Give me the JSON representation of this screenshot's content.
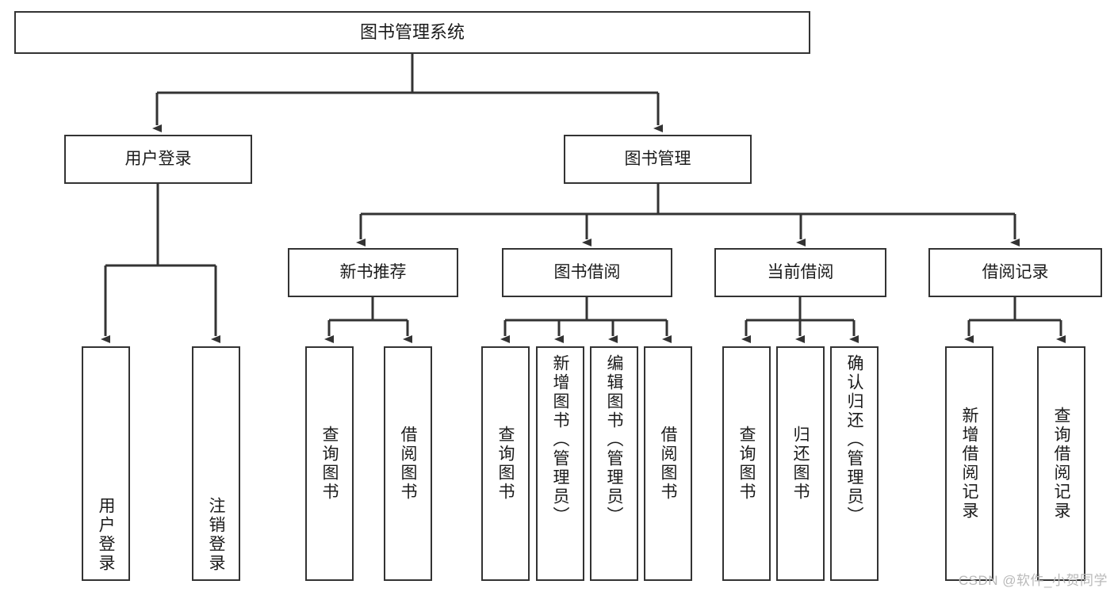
{
  "diagram": {
    "title": "图书管理系统",
    "type": "tree",
    "root": {
      "id": "root",
      "label": "图书管理系统"
    },
    "level2": [
      {
        "id": "user-login",
        "label": "用户登录"
      },
      {
        "id": "book-management",
        "label": "图书管理"
      }
    ],
    "level3": [
      {
        "id": "new-book-recommend",
        "label": "新书推荐",
        "parent": "book-management"
      },
      {
        "id": "book-borrow",
        "label": "图书借阅",
        "parent": "book-management"
      },
      {
        "id": "current-borrow",
        "label": "当前借阅",
        "parent": "book-management"
      },
      {
        "id": "borrow-record",
        "label": "借阅记录",
        "parent": "book-management"
      }
    ],
    "leaves": [
      {
        "id": "leaf-user-login",
        "label": "用户登录",
        "parent": "user-login"
      },
      {
        "id": "leaf-logout-login",
        "label": "注销登录",
        "parent": "user-login"
      },
      {
        "id": "leaf-query-book-1",
        "label": "查询图书",
        "parent": "new-book-recommend"
      },
      {
        "id": "leaf-borrow-book-1",
        "label": "借阅图书",
        "parent": "new-book-recommend"
      },
      {
        "id": "leaf-query-book-2",
        "label": "查询图书",
        "parent": "book-borrow"
      },
      {
        "id": "leaf-add-book",
        "label": "新增图书（管理员）",
        "parent": "book-borrow"
      },
      {
        "id": "leaf-edit-book",
        "label": "编辑图书（管理员）",
        "parent": "book-borrow"
      },
      {
        "id": "leaf-borrow-book-2",
        "label": "借阅图书",
        "parent": "book-borrow"
      },
      {
        "id": "leaf-query-book-3",
        "label": "查询图书",
        "parent": "current-borrow"
      },
      {
        "id": "leaf-return-book",
        "label": "归还图书",
        "parent": "current-borrow"
      },
      {
        "id": "leaf-confirm-return",
        "label": "确认归还（管理员）",
        "parent": "current-borrow"
      },
      {
        "id": "leaf-add-record",
        "label": "新增借阅记录",
        "parent": "borrow-record"
      },
      {
        "id": "leaf-query-record",
        "label": "查询借阅记录",
        "parent": "borrow-record"
      }
    ]
  },
  "watermark": {
    "text": "CSDN @软件_小贺同学"
  },
  "colors": {
    "stroke": "#333333",
    "box_fill": "#ffffff",
    "text": "#1b1b1b",
    "watermark": "#b9b9b9",
    "background": "#ffffff"
  }
}
